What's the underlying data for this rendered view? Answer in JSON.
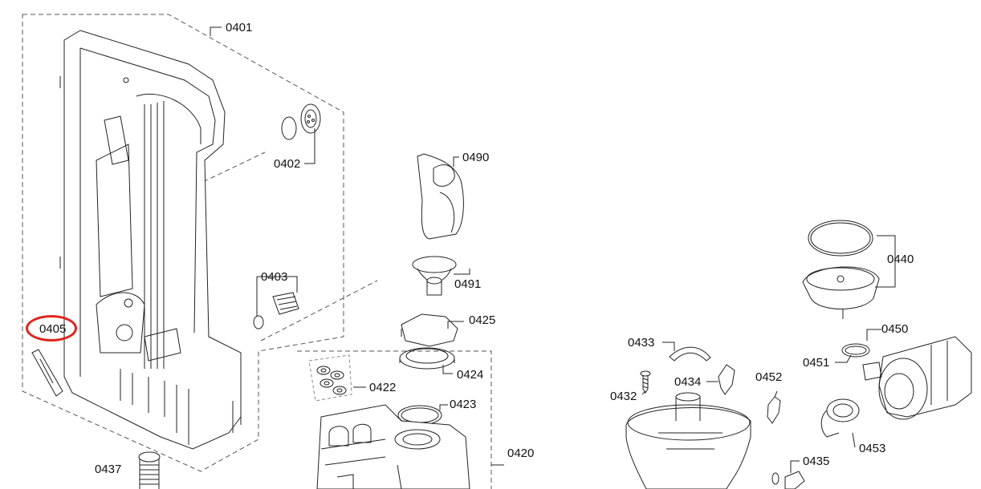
{
  "diagram": {
    "highlight_color": "#e0241c",
    "highlighted_part": "0405",
    "labels": {
      "p0401": "0401",
      "p0402": "0402",
      "p0403": "0403",
      "p0405": "0405",
      "p0437": "0437",
      "p0490": "0490",
      "p0491": "0491",
      "p0425": "0425",
      "p0424": "0424",
      "p0422": "0422",
      "p0423": "0423",
      "p0420": "0420",
      "p0433": "0433",
      "p0432": "0432",
      "p0434": "0434",
      "p0452": "0452",
      "p0435": "0435",
      "p0440": "0440",
      "p0450": "0450",
      "p0451": "0451",
      "p0453": "0453"
    }
  }
}
